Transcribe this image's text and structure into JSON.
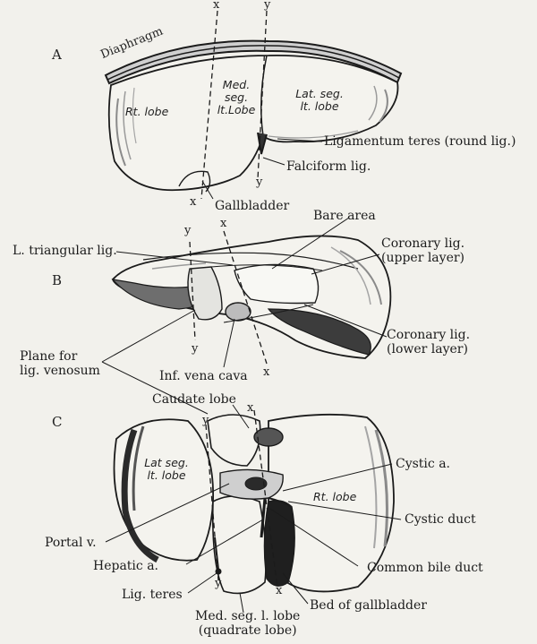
{
  "colors": {
    "paper": "#f2f1ec",
    "ink": "#1b1b1b",
    "shade": "#9a9a9a",
    "dark": "#2a2a2a"
  },
  "panels": [
    "A",
    "B",
    "C"
  ],
  "axis_marks": {
    "x": "x",
    "y": "y"
  },
  "panel_a": {
    "diaphragm": "Diaphragm",
    "rt_lobe": "Rt. lobe",
    "med_seg": [
      "Med.",
      "seg.",
      "lt.Lobe"
    ],
    "lat_seg": [
      "Lat. seg.",
      "lt. lobe"
    ],
    "ligamentum_teres": "Ligamentum teres (round lig.)",
    "falciform": "Falciform lig.",
    "gallbladder": "Gallbladder"
  },
  "panel_b": {
    "bare_area": "Bare area",
    "l_triangular": "L. triangular lig.",
    "coronary_upper": [
      "Coronary lig.",
      "(upper layer)"
    ],
    "coronary_lower": [
      "Coronary lig.",
      "(lower layer)"
    ],
    "plane": [
      "Plane for",
      "lig. venosum"
    ],
    "ivc": "Inf. vena cava"
  },
  "panel_c": {
    "caudate": "Caudate lobe",
    "lat_seg": [
      "Lat seg.",
      "lt. lobe"
    ],
    "rt_lobe": "Rt. lobe",
    "cystic_a": "Cystic a.",
    "cystic_duct": "Cystic duct",
    "portal_v": "Portal v.",
    "hepatic_a": "Hepatic a.",
    "common_bile": "Common bile duct",
    "lig_teres": "Lig. teres",
    "bed_gallbladder": "Bed of gallbladder",
    "med_seg": [
      "Med. seg. l. lobe",
      "(quadrate lobe)"
    ]
  }
}
